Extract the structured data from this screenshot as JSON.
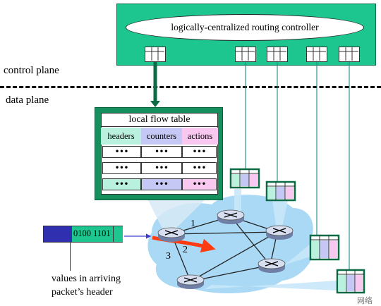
{
  "controller": {
    "label": "logically-centralized routing controller",
    "color": "#1dc58f"
  },
  "planes": {
    "control": "control plane",
    "data": "data plane"
  },
  "flow_table": {
    "title": "local flow table",
    "columns": [
      "headers",
      "counters",
      "actions"
    ],
    "column_colors": [
      "#b9f0de",
      "#c5c8f4",
      "#f8c8f0"
    ],
    "cell_value": "•••"
  },
  "packet": {
    "header_value": "0100 1101",
    "caption_line1": "values in arriving",
    "caption_line2": "packet’s header"
  },
  "links": {
    "one": "1",
    "two": "2",
    "three": "3"
  },
  "watermark": "网络"
}
